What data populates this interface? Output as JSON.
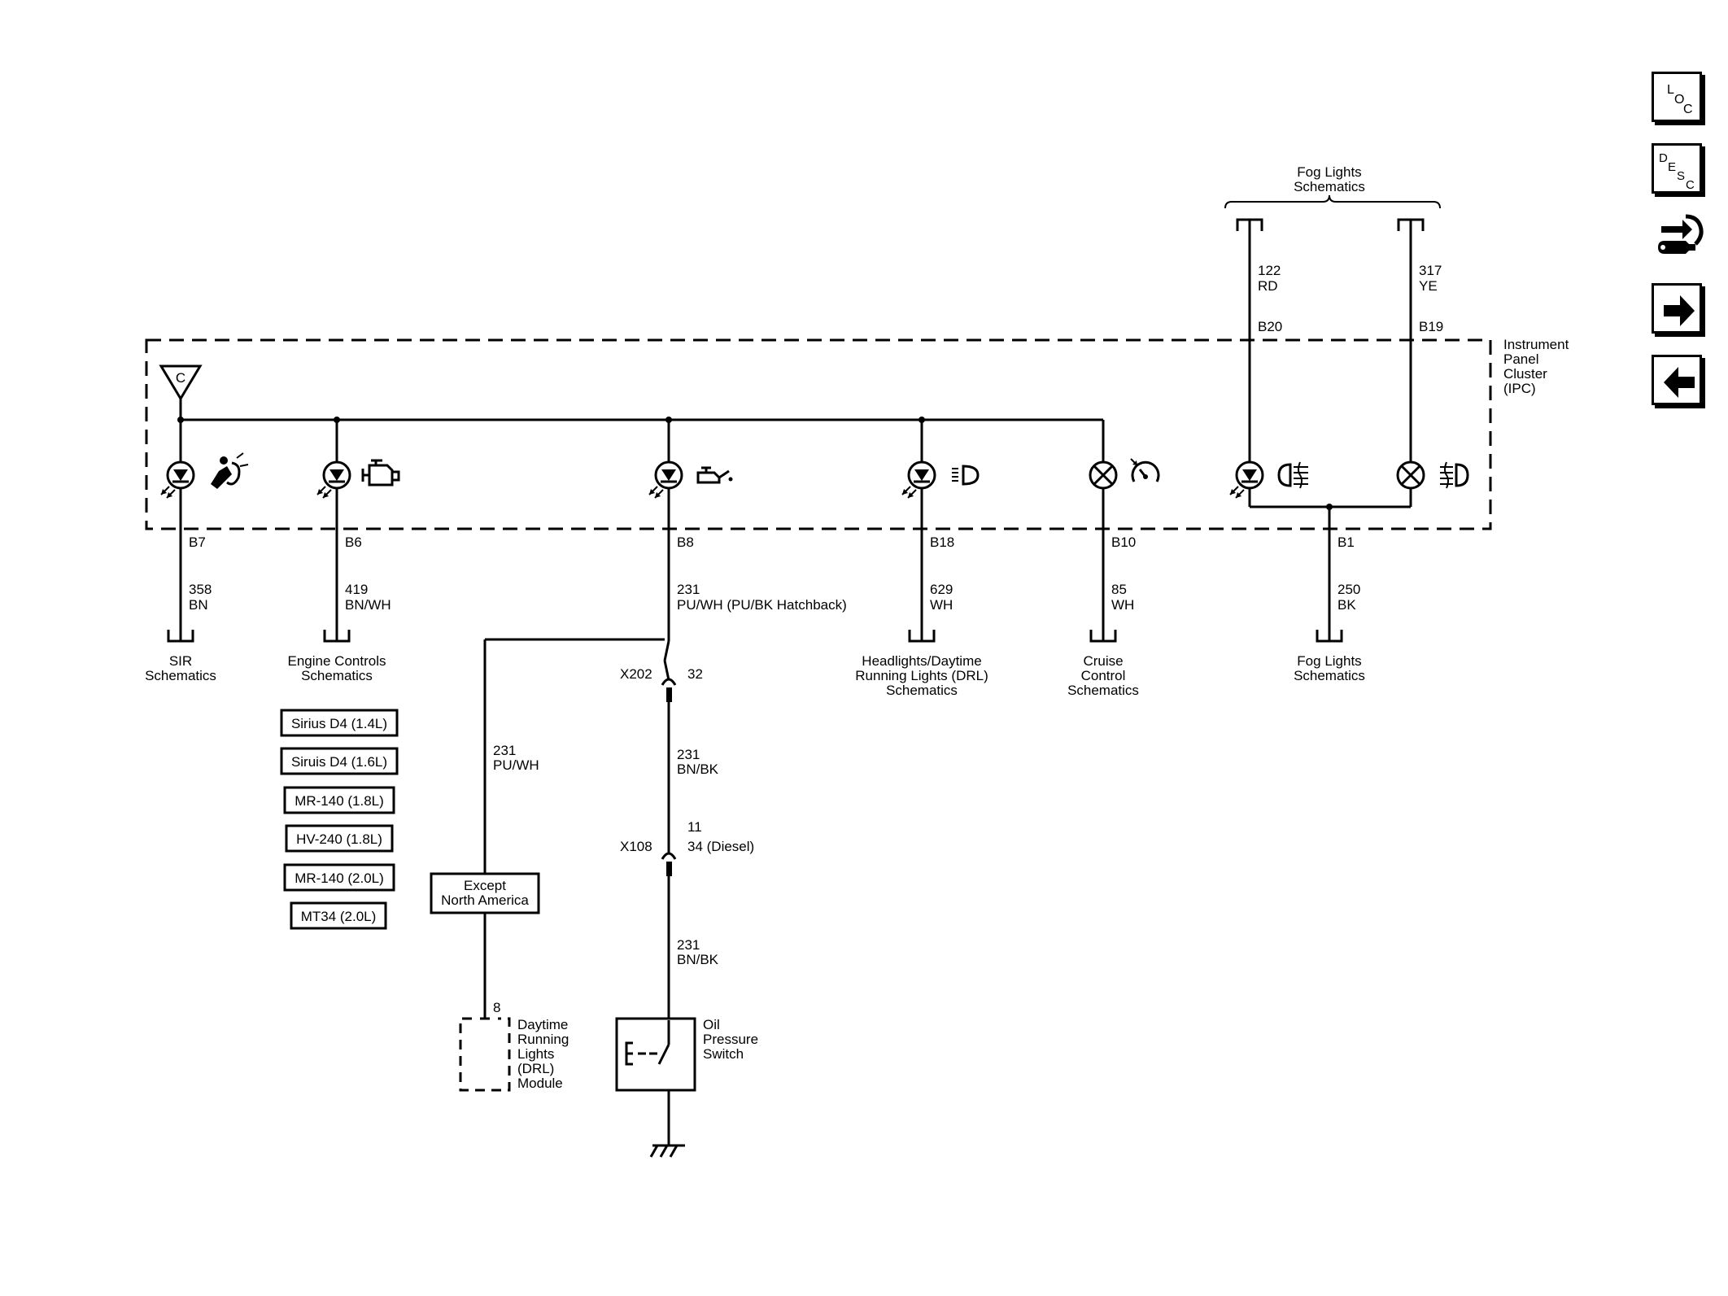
{
  "module": {
    "name_lines": [
      "Instrument",
      "Panel",
      "Cluster",
      "(IPC)"
    ],
    "ground_ref": "C"
  },
  "fog_lights_top": {
    "label_lines": [
      "Fog Lights",
      "Schematics"
    ],
    "circuits": [
      {
        "circuit": "122",
        "color": "RD",
        "pin": "B20"
      },
      {
        "circuit": "317",
        "color": "YE",
        "pin": "B19"
      }
    ]
  },
  "indicators": [
    {
      "indicator_icon": "airbag-icon",
      "lamp_type": "led",
      "pin": "B7",
      "circuit": "358",
      "color": "BN",
      "dest_lines": [
        "SIR",
        "Schematics"
      ]
    },
    {
      "indicator_icon": "engine-icon",
      "lamp_type": "led",
      "pin": "B6",
      "circuit": "419",
      "color": "BN/WH",
      "dest_lines": [
        "Engine Controls",
        "Schematics"
      ]
    },
    {
      "indicator_icon": "oil-can-icon",
      "lamp_type": "led",
      "pin": "B8",
      "circuit": "231",
      "color": "PU/WH (PU/BK Hatchback)"
    },
    {
      "indicator_icon": "drl-headlamp-icon",
      "lamp_type": "led",
      "pin": "B18",
      "circuit": "629",
      "color": "WH",
      "dest_lines": [
        "Headlights/Daytime",
        "Running Lights (DRL)",
        "Schematics"
      ]
    },
    {
      "indicator_icon": "cruise-control-icon",
      "lamp_type": "bulb",
      "pin": "B10",
      "circuit": "85",
      "color": "WH",
      "dest_lines": [
        "Cruise",
        "Control",
        "Schematics"
      ]
    },
    {
      "indicator_icon": "front-fog-icon",
      "lamp_type": "led"
    },
    {
      "indicator_icon": "rear-fog-icon",
      "lamp_type": "bulb",
      "pin": "B1",
      "circuit": "250",
      "color": "BK",
      "dest_lines": [
        "Fog Lights",
        "Schematics"
      ]
    }
  ],
  "engine_options": [
    "Sirius D4 (1.4L)",
    "Siruis D4 (1.6L)",
    "MR-140 (1.8L)",
    "HV-240 (1.8L)",
    "MR-140 (2.0L)",
    "MT34 (2.0L)"
  ],
  "oil_circuit": {
    "x202": {
      "name": "X202",
      "pin": "32"
    },
    "mid_wire": {
      "circuit": "231",
      "color": "BN/BK"
    },
    "x108": {
      "name": "X108",
      "pin": "11",
      "pin_alt": "34 (Diesel)"
    },
    "low_wire": {
      "circuit": "231",
      "color": "BN/BK"
    },
    "switch_lines": [
      "Oil",
      "Pressure",
      "Switch"
    ]
  },
  "drl_branch": {
    "circuit": "231",
    "color": "PU/WH",
    "option_lines": [
      "Except",
      "North America"
    ],
    "pin": "8",
    "module_lines": [
      "Daytime",
      "Running",
      "Lights",
      "(DRL)",
      "Module"
    ]
  },
  "nav": {
    "loc": {
      "letters": [
        "L",
        "O",
        "C"
      ],
      "icon": "location-icon"
    },
    "desc": {
      "letters": [
        "D",
        "E",
        "S",
        "C"
      ],
      "icon": "description-icon"
    },
    "connector_icon": "connector-end-view-icon",
    "next_icon": "next-arrow-icon",
    "prev_icon": "previous-arrow-icon"
  }
}
